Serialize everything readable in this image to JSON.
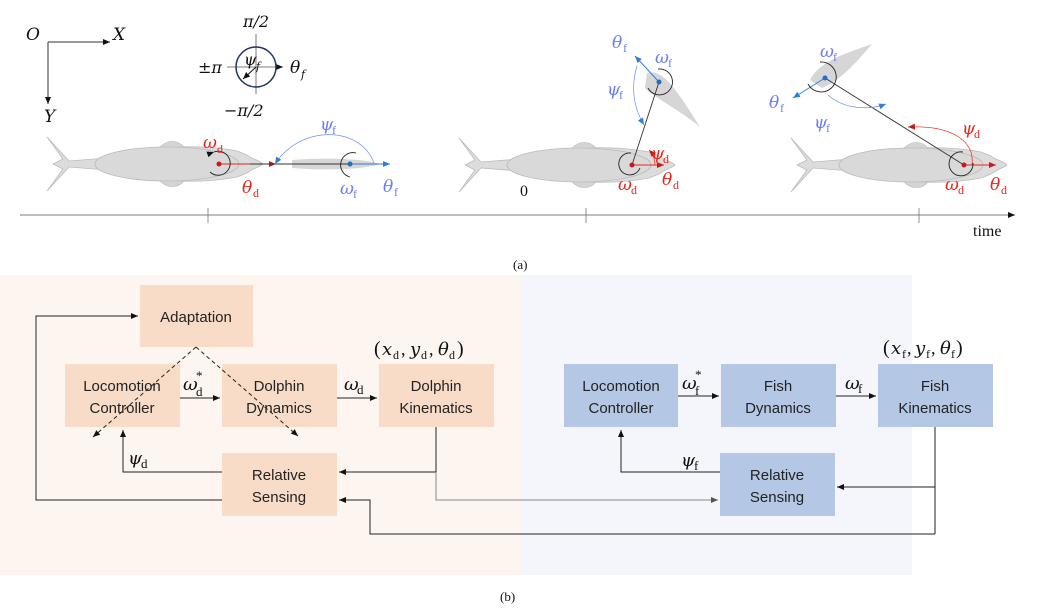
{
  "colors": {
    "dolphin_panel": "#fdf5ef",
    "fish_panel": "#f5f6fb",
    "dolphin_box": "#f9dcc8",
    "fish_box": "#b4c8e6",
    "dolphin_accent": "#e8261c",
    "fish_accent": "#6a7ef0",
    "fish_arrow": "#2e7fd6",
    "body_gray": "#d9d9d9",
    "timeline": "#999999"
  },
  "panel_a": {
    "caption": "(a)",
    "frame": {
      "origin": "O",
      "x_axis": "X",
      "y_axis": "Y"
    },
    "angle_legend": {
      "top": "π/2",
      "bottom": "−π/2",
      "left": "±π",
      "right": "θ",
      "right_sub": "f",
      "center": "ψ",
      "center_sub": "f"
    },
    "timeline": {
      "label": "time",
      "tick_label": "0"
    },
    "scenes": [
      {
        "omega_d": "ω",
        "theta_d": "θ",
        "omega_f": "ω",
        "theta_f": "θ",
        "psi_f": "ψ"
      },
      {
        "omega_d": "ω",
        "theta_d": "θ",
        "psi_d": "ψ",
        "omega_f": "ω",
        "theta_f": "θ",
        "psi_f": "ψ"
      },
      {
        "omega_d": "ω",
        "theta_d": "θ",
        "psi_d": "ψ",
        "omega_f": "ω",
        "theta_f": "θ",
        "psi_f": "ψ"
      }
    ],
    "sub_d": "d",
    "sub_f": "f"
  },
  "panel_b": {
    "caption": "(b)",
    "dolphin": {
      "adaptation": "Adaptation",
      "loco_1": "Locomotion",
      "loco_2": "Controller",
      "dyn_1": "Dolphin",
      "dyn_2": "Dynamics",
      "kin_1": "Dolphin",
      "kin_2": "Kinematics",
      "sens_1": "Relative",
      "sens_2": "Sensing",
      "omega_star": "ω",
      "omega": "ω",
      "psi": "ψ",
      "sub": "d",
      "state": "(x_d, y_d, θ_d)",
      "state_x": "x",
      "state_y": "y",
      "state_theta": "θ"
    },
    "fish": {
      "loco_1": "Locomotion",
      "loco_2": "Controller",
      "dyn_1": "Fish",
      "dyn_2": "Dynamics",
      "kin_1": "Fish",
      "kin_2": "Kinematics",
      "sens_1": "Relative",
      "sens_2": "Sensing",
      "omega_star": "ω",
      "omega": "ω",
      "psi": "ψ",
      "sub": "f",
      "state": "(x_f, y_f, θ_f)",
      "state_x": "x",
      "state_y": "y",
      "state_theta": "θ"
    },
    "star": "*",
    "paren_open": "(",
    "paren_close": ")",
    "comma": ","
  }
}
